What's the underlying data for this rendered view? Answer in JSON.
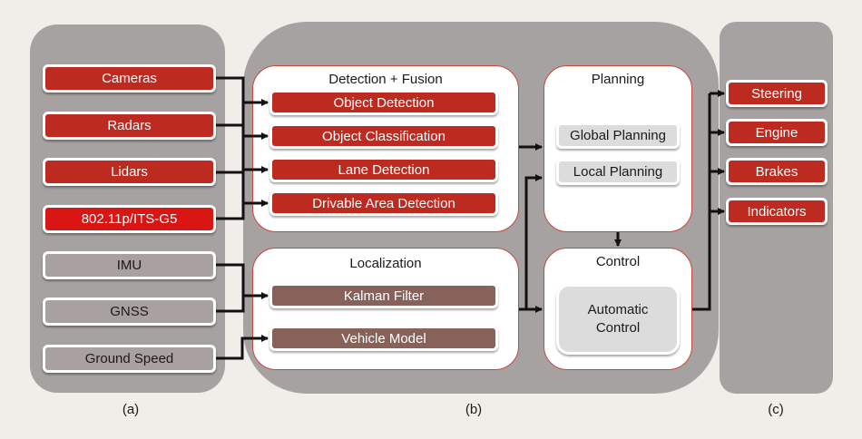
{
  "sections": {
    "a": {
      "caption": "(a)",
      "sensors": [
        {
          "label": "Cameras",
          "style": "red"
        },
        {
          "label": "Radars",
          "style": "red"
        },
        {
          "label": "Lidars",
          "style": "red"
        },
        {
          "label": "802.11p/ITS-G5",
          "style": "bright"
        },
        {
          "label": "IMU",
          "style": "grey"
        },
        {
          "label": "GNSS",
          "style": "grey"
        },
        {
          "label": "Ground Speed",
          "style": "grey"
        }
      ]
    },
    "b": {
      "caption": "(b)",
      "detection_fusion": {
        "title": "Detection + Fusion",
        "items": [
          "Object Detection",
          "Object Classification",
          "Lane Detection",
          "Drivable Area Detection"
        ]
      },
      "localization": {
        "title": "Localization",
        "items": [
          "Kalman Filter",
          "Vehicle Model"
        ]
      },
      "planning": {
        "title": "Planning",
        "items": [
          "Global Planning",
          "Local Planning"
        ]
      },
      "control": {
        "title": "Control",
        "items": [
          "Automatic Control"
        ]
      }
    },
    "c": {
      "caption": "(c)",
      "actuators": [
        "Steering",
        "Engine",
        "Brakes",
        "Indicators"
      ]
    }
  },
  "colors": {
    "panel": "#a6a2a1",
    "red": "#bd2a20",
    "bright_red": "#d91614",
    "brown": "#86625a",
    "grey_chip": "#a8a1a0",
    "light_chip": "#dcdcdc",
    "border_red": "#c9463f",
    "background": "#f1eeea"
  }
}
